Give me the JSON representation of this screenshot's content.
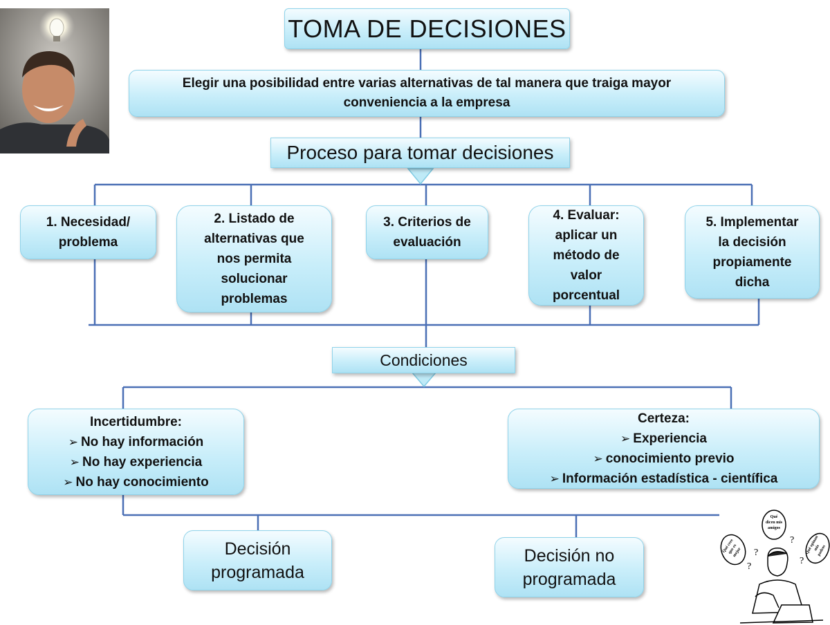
{
  "title": "TOMA DE DECISIONES",
  "definition": [
    "Elegir una posibilidad entre varias alternativas de tal manera que traiga mayor",
    "conveniencia a la empresa"
  ],
  "process_title": "Proceso para tomar decisiones",
  "steps": [
    [
      "1. Necesidad/",
      "problema"
    ],
    [
      "2. Listado de",
      "alternativas que",
      "nos permita",
      "solucionar",
      "problemas"
    ],
    [
      "3. Criterios de",
      "evaluación"
    ],
    [
      "4. Evaluar:",
      "aplicar un",
      "método de",
      "valor",
      "porcentual"
    ],
    [
      "5. Implementar",
      "la decisión",
      "propiamente",
      "dicha"
    ]
  ],
  "conditions_title": "Condiciones",
  "uncertainty": {
    "heading": "Incertidumbre:",
    "items": [
      "No hay información",
      "No hay experiencia",
      "No hay conocimiento"
    ]
  },
  "certainty": {
    "heading": "Certeza:",
    "items": [
      "Experiencia",
      "conocimiento previo",
      "Información estadística - científica"
    ]
  },
  "programmed": [
    "Decisión",
    "programada"
  ],
  "non_programmed": [
    "Decisión no",
    "programada"
  ],
  "cartoon_bubbles": [
    "Qué dicen mis amigos",
    "Qué cree que es mejor",
    "Qué opinan mis padres"
  ],
  "colors": {
    "connector": "#4a6fb5",
    "box_border": "#8fd3ea",
    "box_fill_top": "#f4fcff",
    "box_fill_bottom": "#aee2f4"
  }
}
